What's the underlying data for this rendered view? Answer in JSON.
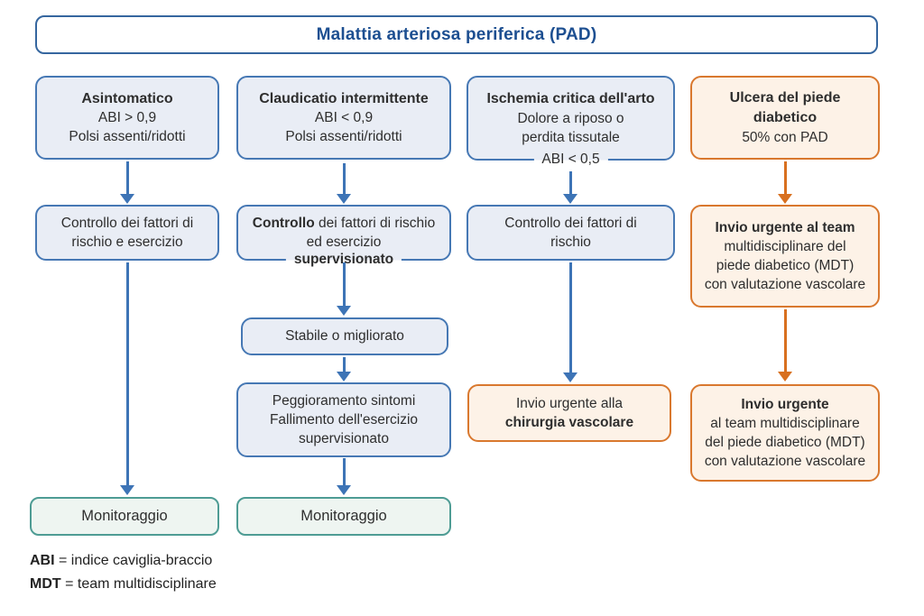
{
  "title": "Malattia arteriosa periferica (PAD)",
  "columns": [
    {
      "name": "Asintomatico",
      "boxes": [
        {
          "heading": "Asintomatico",
          "lines": [
            "ABI > 0,9",
            "Polsi assenti/ridotti"
          ]
        },
        {
          "lines": [
            "Controllo dei fattori di",
            "rischio e esercizio"
          ]
        },
        {
          "lines": [
            "Monitoraggio"
          ]
        }
      ]
    },
    {
      "name": "Claudicatio intermittente",
      "boxes": [
        {
          "heading": "Claudicatio intermittente",
          "lines": [
            "ABI < 0,9",
            "Polsi assenti/ridotti"
          ]
        },
        {
          "bold_lead": "Controllo",
          "lead_rest": " dei fattori di rischio",
          "lines": [
            "ed esercizio"
          ],
          "straddle": "supervisionato"
        },
        {
          "lines": [
            "Stabile o migliorato"
          ]
        },
        {
          "lines": [
            "Peggioramento sintomi",
            "Fallimento dell'esercizio",
            "supervisionato"
          ]
        },
        {
          "lines": [
            "Monitoraggio"
          ]
        }
      ]
    },
    {
      "name": "Ischemia critica dell'arto",
      "boxes": [
        {
          "heading": "Ischemia critica dell'arto",
          "lines": [
            "Dolore a riposo o",
            "perdita tissutale"
          ],
          "straddle": "ABI < 0,5"
        },
        {
          "lines": [
            "Controllo dei fattori di",
            "rischio"
          ]
        },
        {
          "lines": [
            "Invio urgente alla"
          ],
          "bold_line": "chirurgia vascolare"
        }
      ]
    },
    {
      "name": "Ulcera del piede diabetico",
      "boxes": [
        {
          "heading": "Ulcera del piede diabetico",
          "lines": [
            "50% con PAD"
          ]
        },
        {
          "bold_line": "Invio urgente al team",
          "lines": [
            "multidisciplinare del",
            "piede diabetico (MDT)",
            "con valutazione vascolare"
          ]
        },
        {
          "bold_line": "Invio urgente",
          "lines": [
            "al team multidisciplinare",
            "del piede diabetico (MDT)",
            "con valutazione vascolare"
          ]
        }
      ]
    }
  ],
  "legend": [
    {
      "term": "ABI",
      "definition": "= indice caviglia-braccio"
    },
    {
      "term": "MDT",
      "definition": "= team multidisciplinare"
    }
  ],
  "colors": {
    "blue_border": "#4678b4",
    "blue_fill": "#e9edf5",
    "orange_border": "#d9782e",
    "orange_fill": "#fdf2e7",
    "green_border": "#4e9c94",
    "green_fill": "#eef5f1",
    "arrow_blue": "#3d74b6",
    "arrow_orange": "#d8701f",
    "title_text": "#1d4f91"
  }
}
